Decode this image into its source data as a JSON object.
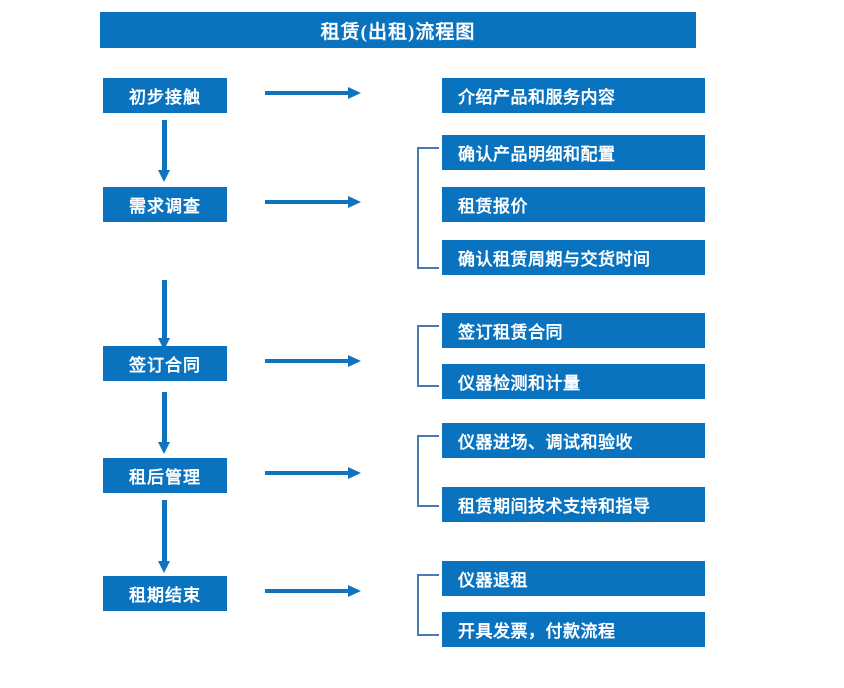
{
  "diagram": {
    "title": "租赁(出租)流程图",
    "accent_color": "#0a73bf",
    "arrow_color": "#0f74bd",
    "bracket_color": "#4a7ab5",
    "title_text_color": "#ffffff",
    "background_color": "#ffffff",
    "stages": [
      {
        "id": "stage-1",
        "label": "初步接触",
        "details": [
          {
            "label": "介绍产品和服务内容"
          }
        ],
        "bracketed": false
      },
      {
        "id": "stage-2",
        "label": "需求调查",
        "details": [
          {
            "label": "确认产品明细和配置"
          },
          {
            "label": "租赁报价"
          },
          {
            "label": "确认租赁周期与交货时间"
          }
        ],
        "bracketed": true
      },
      {
        "id": "stage-3",
        "label": "签订合同",
        "details": [
          {
            "label": "签订租赁合同"
          },
          {
            "label": "仪器检测和计量"
          }
        ],
        "bracketed": true
      },
      {
        "id": "stage-4",
        "label": "租后管理",
        "details": [
          {
            "label": "仪器进场、调试和验收"
          },
          {
            "label": "租赁期间技术支持和指导"
          }
        ],
        "bracketed": true
      },
      {
        "id": "stage-5",
        "label": "租期结束",
        "details": [
          {
            "label": "仪器退租"
          },
          {
            "label": "开具发票，付款流程"
          }
        ],
        "bracketed": true
      }
    ],
    "connectors": {
      "vertical_arrow_icon": "arrow-down-icon",
      "horizontal_arrow_icon": "arrow-right-icon"
    }
  }
}
